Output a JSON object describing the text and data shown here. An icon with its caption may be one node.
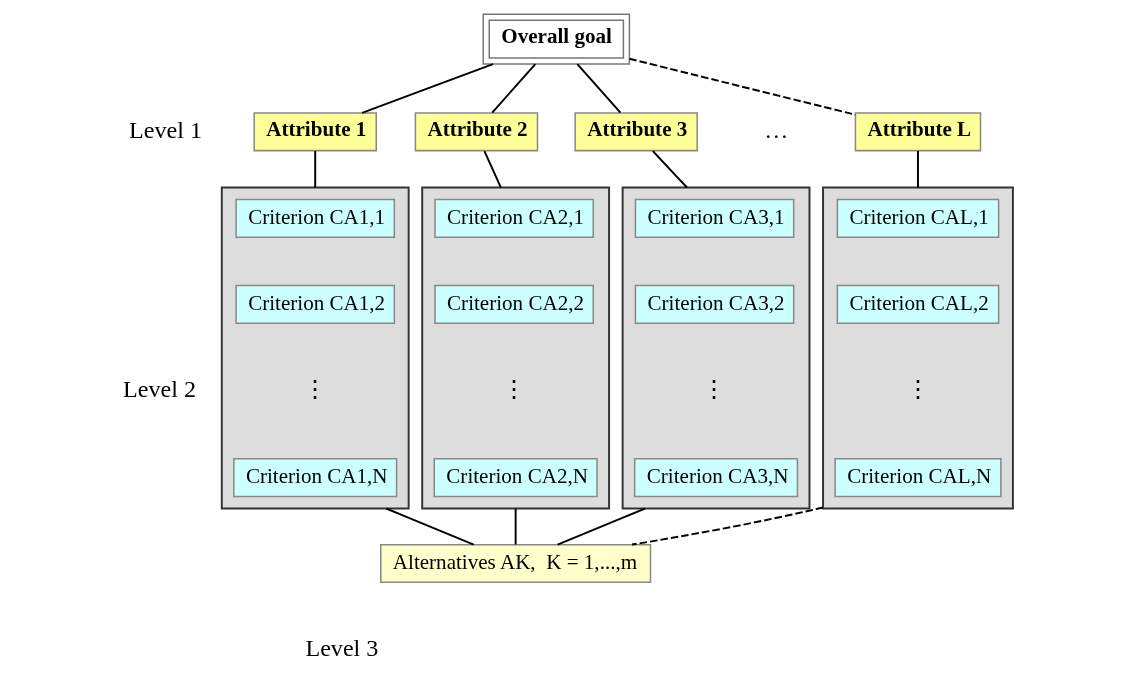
{
  "diagram": {
    "nodes": [
      {
        "text": [
          "Overall goal"
        ]
      },
      {
        "text": [
          "Attribute 1"
        ]
      },
      {
        "text": [
          "Attribute 2"
        ]
      },
      {
        "text": [
          "Attribute 3"
        ]
      },
      {
        "text": [
          "Attribute L"
        ]
      },
      {
        "text": [],
        "shape": "box"
      },
      {
        "text": [
          "Criterion CA1,1"
        ],
        "in": 5
      },
      {
        "text": [
          "Criterion CA1,2"
        ],
        "in": 5
      },
      {
        "text": [
          "Criterion CA1,N"
        ],
        "in": 5
      },
      {
        "text": [],
        "shape": "box"
      },
      {
        "text": [
          "Criterion CA2,1"
        ],
        "in": 9
      },
      {
        "text": [
          "Criterion CA2,2"
        ],
        "in": 9
      },
      {
        "text": [
          "Criterion CA2,N"
        ],
        "in": 9
      },
      {
        "text": [],
        "shape": "box"
      },
      {
        "text": [
          "Criterion CA3,1"
        ],
        "in": 13
      },
      {
        "text": [
          "Criterion CA3,2"
        ],
        "in": 13
      },
      {
        "text": [
          "Criterion CA3,N"
        ],
        "in": 13
      },
      {
        "text": [],
        "shape": "box"
      },
      {
        "text": [
          "Criterion CAL,1"
        ],
        "in": 17
      },
      {
        "text": [
          "Criterion CAL,2"
        ],
        "in": 17
      },
      {
        "text": [
          "Criterion CAL,N"
        ],
        "in": 17
      },
      {
        "text": [
          "Alternatives AK,  K = 1,...,m"
        ]
      }
    ],
    "edges": [
      {
        "from": 0,
        "to": 1,
        "arrow": "none"
      },
      {
        "from": 0,
        "to": 2,
        "arrow": "none"
      },
      {
        "from": 0,
        "to": 3,
        "arrow": "none"
      },
      {
        "from": 0,
        "to": 4,
        "arrow": "none",
        "style": "dashed"
      },
      {
        "from": 1,
        "to": 5,
        "arrow": "none"
      },
      {
        "from": 2,
        "to": 9,
        "arrow": "none"
      },
      {
        "from": 3,
        "to": 13,
        "arrow": "none"
      },
      {
        "from": 4,
        "to": 17,
        "arrow": "none"
      },
      {
        "from": 5,
        "to": 21,
        "arrow": "none"
      },
      {
        "from": 9,
        "to": 21,
        "arrow": "none"
      },
      {
        "from": 13,
        "to": 21,
        "arrow": "none"
      },
      {
        "from": 17,
        "to": 21,
        "arrow": "none",
        "style": "dashed"
      }
    ],
    "labels": [
      "Level 1",
      "…",
      "Level 2",
      "⋮",
      "⋮",
      "⋮",
      "⋮",
      "Level 3"
    ]
  }
}
